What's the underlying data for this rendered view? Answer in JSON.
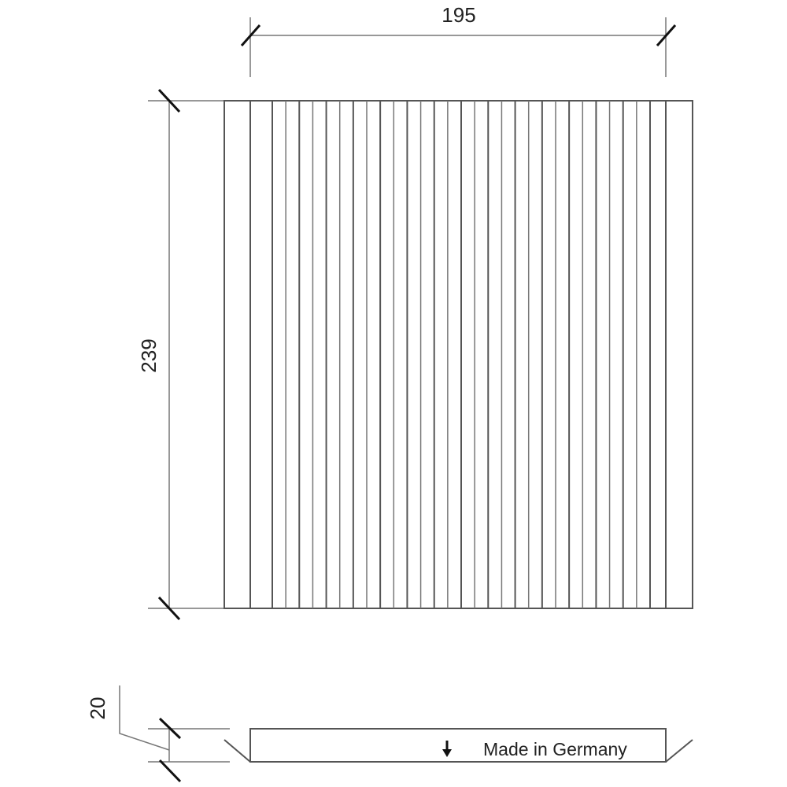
{
  "drawing": {
    "width_dim": "195",
    "height_dim": "239",
    "thickness_dim": "20",
    "label": "Made in Germany",
    "flow_arrow_icon": "down-arrow-icon",
    "pleat_count": 29
  }
}
